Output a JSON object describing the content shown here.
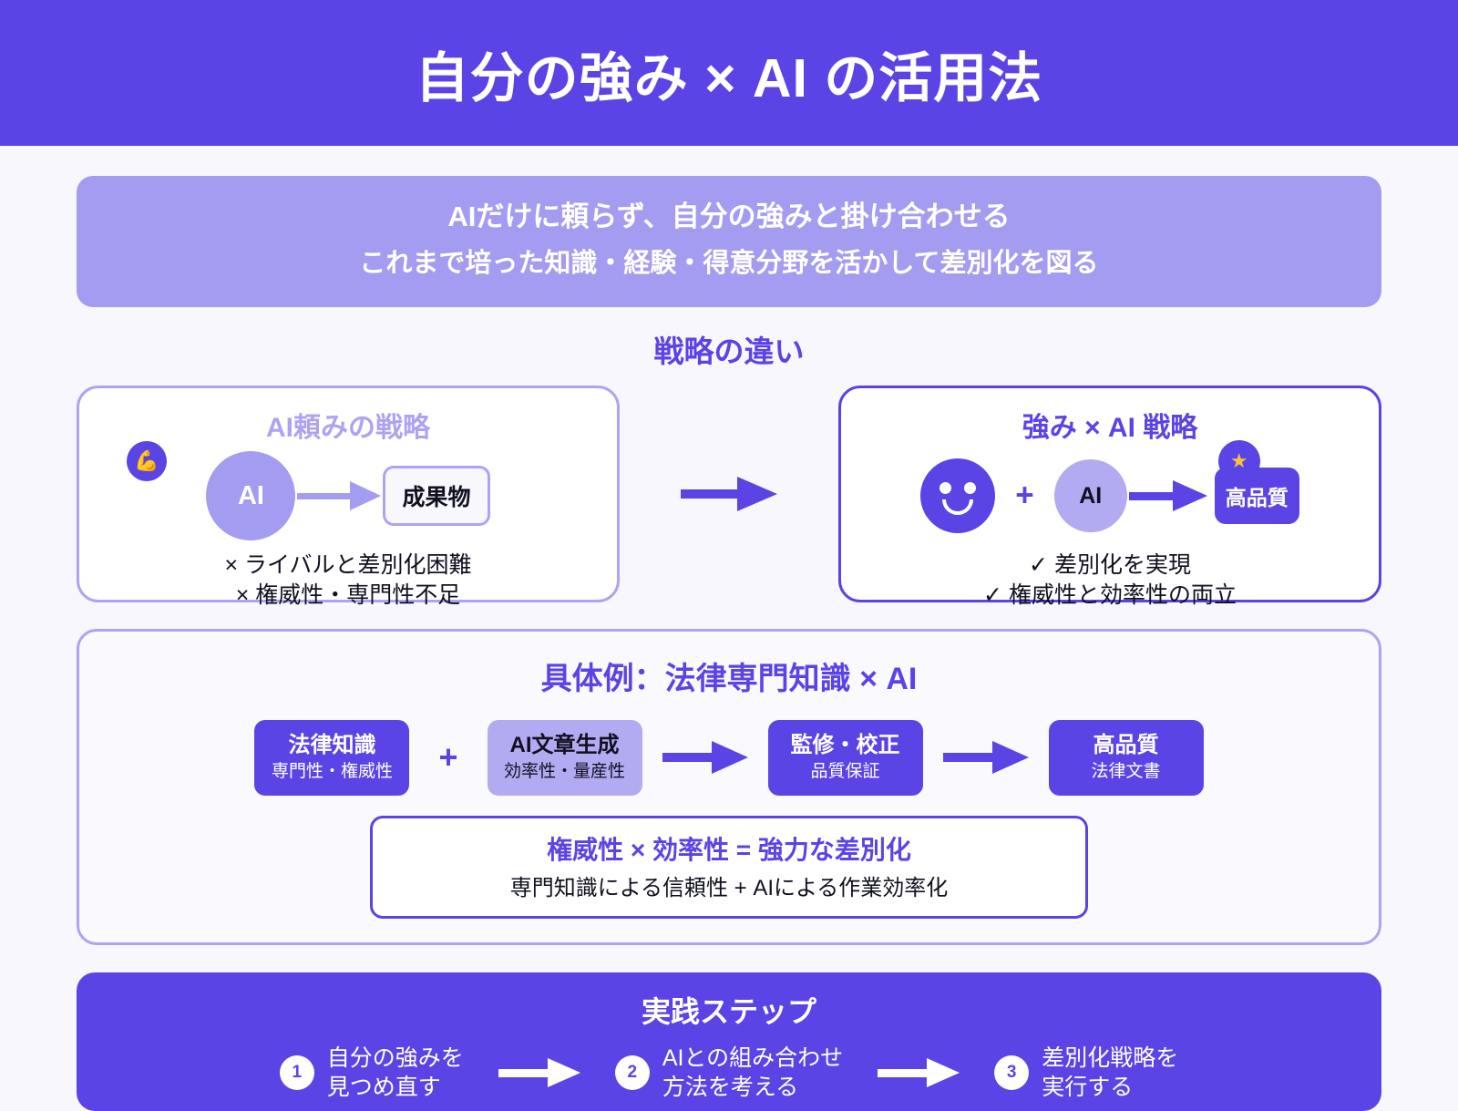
{
  "header": {
    "title": "自分の強み × AI の活用法"
  },
  "subtitle": {
    "line1": "AIだけに頼らず、自分の強みと掛け合わせる",
    "line2": "これまで培った知識・経験・得意分野を活かして差別化を図る"
  },
  "compare": {
    "heading": "戦略の違い",
    "left": {
      "title": "AI頼みの戦略",
      "badge_icon": "💪",
      "ai_label": "AI",
      "output_label": "成果物",
      "notes": [
        "× ライバルと差別化困難",
        "× 権威性・専門性不足"
      ]
    },
    "right": {
      "title": "強み × AI 戦略",
      "plus": "+",
      "ai_label": "AI",
      "star_icon": "★",
      "quality_label": "高品質",
      "notes": [
        "✓ 差別化を実現",
        "✓ 権威性と効率性の両立"
      ]
    }
  },
  "example": {
    "title": "具体例：法律専門知識 × AI",
    "plus": "+",
    "boxes": [
      {
        "title": "法律知識",
        "sub": "専門性・権威性",
        "style": "dark"
      },
      {
        "title": "AI文章生成",
        "sub": "効率性・量産性",
        "style": "light"
      },
      {
        "title": "監修・校正",
        "sub": "品質保証",
        "style": "dark"
      },
      {
        "title": "高品質",
        "sub": "法律文書",
        "style": "dark"
      }
    ],
    "highlight_main": "権威性 × 効率性 = 強力な差別化",
    "highlight_sub": "専門知識による信頼性 + AIによる作業効率化"
  },
  "steps": {
    "title": "実践ステップ",
    "items": [
      {
        "num": "1",
        "label": "自分の強みを\n見つめ直す"
      },
      {
        "num": "2",
        "label": "AIとの組み合わせ\n方法を考える"
      },
      {
        "num": "3",
        "label": "差別化戦略を\n実行する"
      }
    ]
  },
  "colors": {
    "primary": "#5a44e6",
    "light": "#a49cf0",
    "border_light": "#aca4f2",
    "page_bg": "#f7f7fd",
    "star": "#f5c33b"
  }
}
